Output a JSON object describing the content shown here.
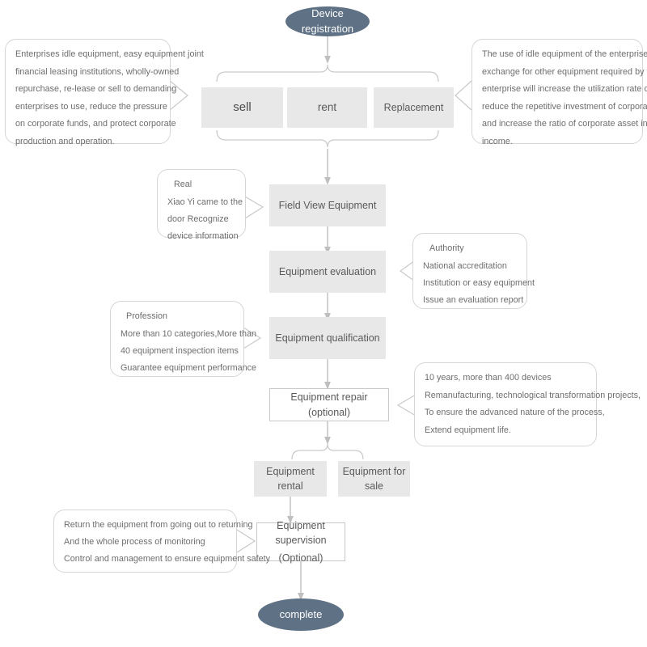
{
  "diagram": {
    "title_node": "Device registration",
    "end_node": "complete",
    "options": {
      "sell": "sell",
      "rent": "rent",
      "replacement": "Replacement"
    },
    "steps": {
      "field_view": "Field View Equipment",
      "evaluation": "Equipment evaluation",
      "qualification": "Equipment qualification",
      "repair": "Equipment repair (optional)",
      "rental": "Equipment  rental",
      "for_sale": "Equipment for sale",
      "supervision_line1": "Equipment supervision",
      "supervision_line2": "(Optional)"
    },
    "callouts": {
      "sell_note": {
        "lines": [
          "Enterprises idle equipment, easy equipment joint",
          "financial leasing institutions, wholly-owned",
          "repurchase, re-lease or sell to demanding",
          "enterprises to use, reduce the pressure",
          "on corporate funds, and protect corporate",
          " production and operation."
        ]
      },
      "replacement_note": {
        "lines": [
          "The use of idle equipment of the enterprise in",
          "exchange for other equipment required by the",
          "enterprise will increase the utilization rate of assets,",
          "reduce the repetitive investment of corporate assets,",
          "and increase the ratio of corporate asset investment",
          "income."
        ]
      },
      "real_note": {
        "header": "Real",
        "lines": [
          "Xiao Yi came to the",
          "  door  Recognize",
          "device information"
        ]
      },
      "authority_note": {
        "header": "Authority",
        "lines": [
          "National accreditation",
          "Institution or easy equipment",
          "Issue an evaluation report"
        ]
      },
      "profession_note": {
        "header": "Profession",
        "lines": [
          "More than 10 categories,More than",
          "40  equipment inspection items",
          "Guarantee equipment performance"
        ]
      },
      "repair_note": {
        "lines": [
          "10 years, more than 400 devices",
          "Remanufacturing, technological transformation projects,",
          "To ensure the advanced nature of the process,",
          "Extend equipment life."
        ]
      },
      "supervision_note": {
        "lines": [
          "Return the equipment from going out to returning",
          "And the whole process of monitoring",
          "Control and management to ensure equipment safety"
        ]
      }
    },
    "colors": {
      "terminator_fill": "#5f7184",
      "process_fill": "#e8e8e8",
      "line": "#bfbfbf",
      "text": "#5a5a5a",
      "callout_border": "#d6d6d6"
    }
  }
}
